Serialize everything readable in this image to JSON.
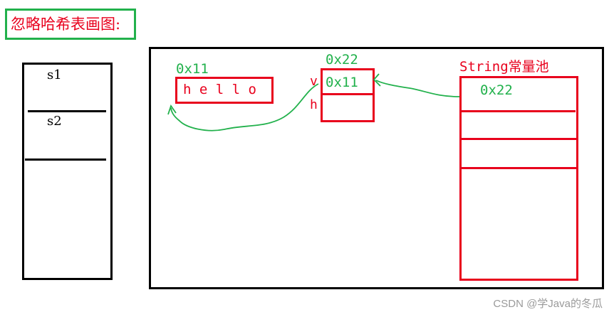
{
  "title": "忽略哈希表画图:",
  "stack": {
    "vars": [
      "s1",
      "s2"
    ]
  },
  "heap": {
    "hello_obj": {
      "address": "0x11",
      "chars": "h e l l o"
    },
    "string_obj": {
      "address": "0x22",
      "value_field": "v",
      "value_ref": "0x11",
      "hash_field": "h"
    },
    "pool": {
      "label": "String常量池",
      "entry_ref": "0x22"
    }
  },
  "watermark": "CSDN @学Java的冬瓜",
  "colors": {
    "green": "#22b14c",
    "red": "#e8001c",
    "black": "#000000"
  }
}
